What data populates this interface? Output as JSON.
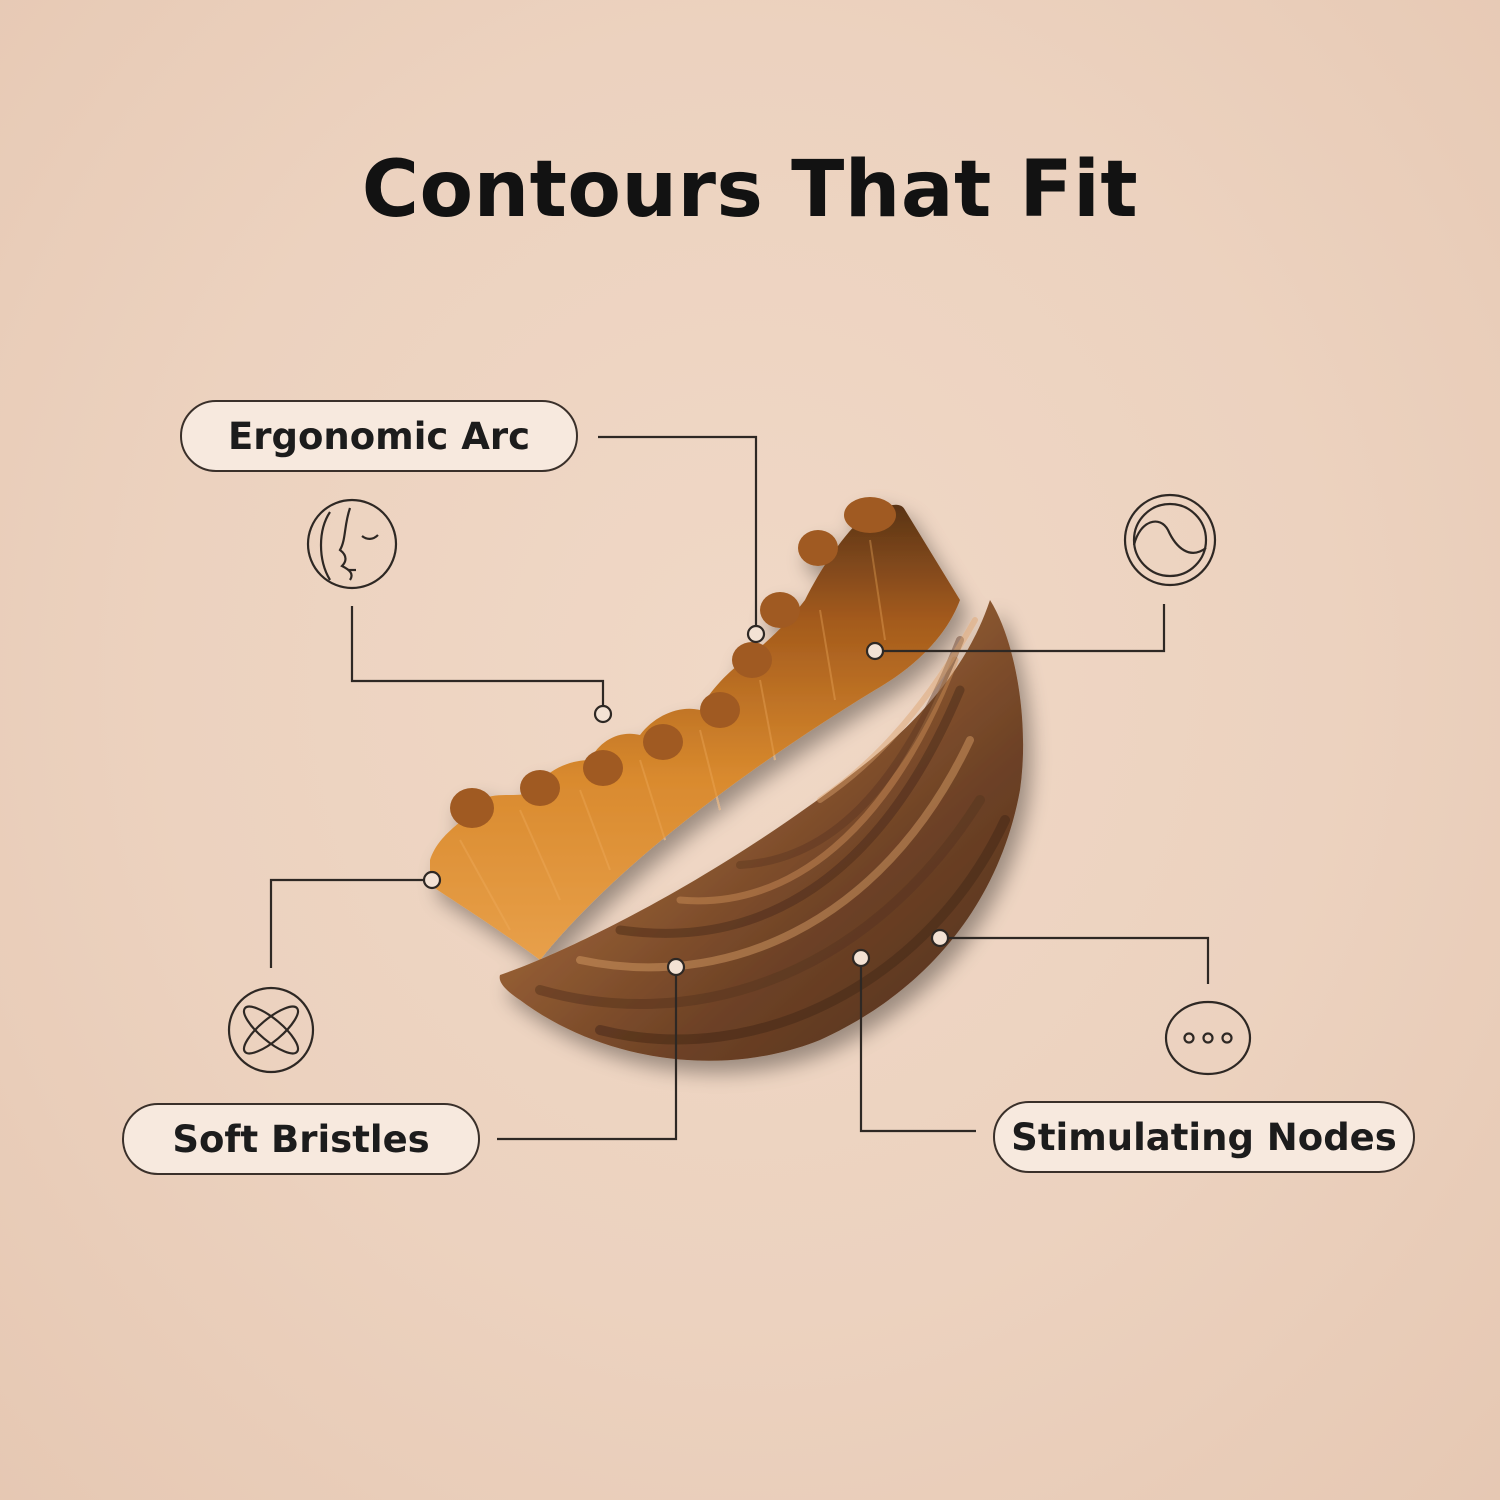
{
  "title": "Contours That Fit",
  "callouts": {
    "ergonomic_arc": "Ergonomic Arc",
    "soft_bristles": "Soft Bristles",
    "stimulating_nodes": "Stimulating Nodes"
  },
  "icons": {
    "face": "face-profile-icon",
    "wave": "wave-circle-icon",
    "cross": "crossed-ovals-icon",
    "dots": "three-dots-icon"
  },
  "colors": {
    "background": "#ecd2bf",
    "pill_fill": "#f7e9de",
    "line": "#2e2824",
    "bristle": "#c4731e",
    "wood": "#8a5a33"
  }
}
